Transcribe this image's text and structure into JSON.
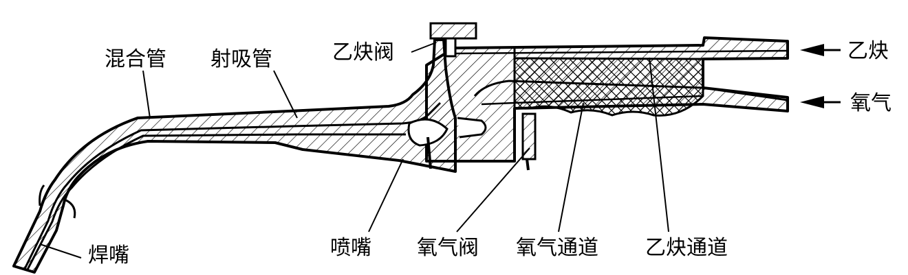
{
  "labels": {
    "mixing_tube": "混合管",
    "injector_tube": "射吸管",
    "acetylene_valve": "乙炔阀",
    "acetylene_inlet": "乙炔",
    "oxygen_inlet": "氧气",
    "tip": "焊嘴",
    "nozzle": "喷嘴",
    "oxygen_valve": "氧气阀",
    "oxygen_channel": "氧气通道",
    "acetylene_channel": "乙炔通道"
  },
  "colors": {
    "ink": "#000000",
    "background": "#ffffff"
  }
}
